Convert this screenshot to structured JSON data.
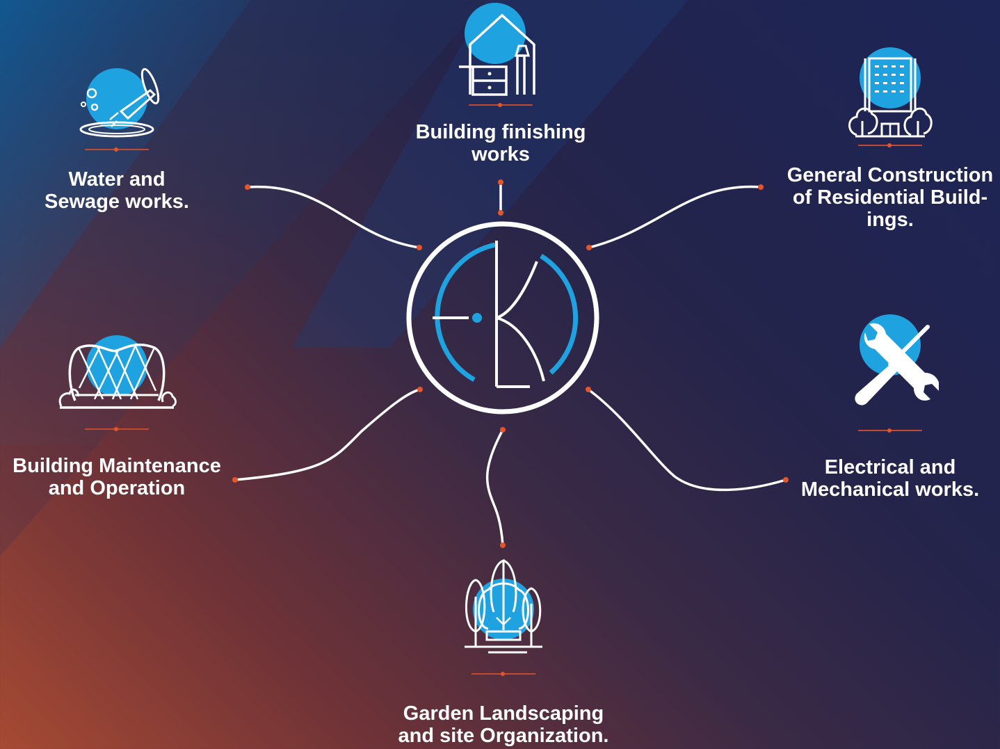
{
  "services": [
    {
      "id": "building-finishing",
      "label": "Building finishing\nworks",
      "icon": "house-interior-icon"
    },
    {
      "id": "water-sewage",
      "label": "Water and\nSewage works.",
      "icon": "water-pipe-icon"
    },
    {
      "id": "general-construction",
      "label": "General Construction\nof Residential Build-\nings.",
      "icon": "residential-building-icon"
    },
    {
      "id": "building-maintenance",
      "label": "Building Maintenance\nand Operation",
      "icon": "stadium-icon"
    },
    {
      "id": "electrical-mechanical",
      "label": "Electrical and\nMechanical works.",
      "icon": "wrench-screwdriver-icon"
    },
    {
      "id": "garden-landscaping",
      "label": "Garden Landscaping\nand site Organization.",
      "icon": "trees-icon"
    }
  ],
  "logo": {
    "icon": "ek-monogram-logo"
  },
  "colors": {
    "accent_blue": "#1fa3e0",
    "connector_dot": "#e4552a",
    "line": "#ffffff",
    "bg_dark": "#1c2556",
    "bg_warm": "#a64a33"
  }
}
